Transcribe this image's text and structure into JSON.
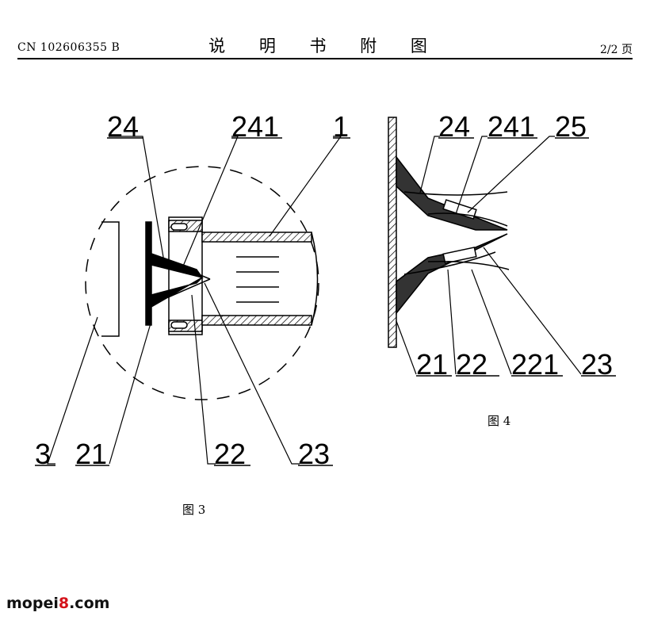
{
  "header": {
    "patent_number": "CN 102606355 B",
    "title": "说 明 书 附 图",
    "page": "2/2 页"
  },
  "figure3": {
    "caption": "图 3",
    "labels": [
      "24",
      "241",
      "1",
      "3",
      "21",
      "22",
      "23"
    ]
  },
  "figure4": {
    "caption": "图 4",
    "labels": [
      "24",
      "241",
      "25",
      "21",
      "22",
      "221",
      "23"
    ]
  },
  "watermark": {
    "prefix": "mopei",
    "digit": "8",
    "suffix": ".com"
  }
}
